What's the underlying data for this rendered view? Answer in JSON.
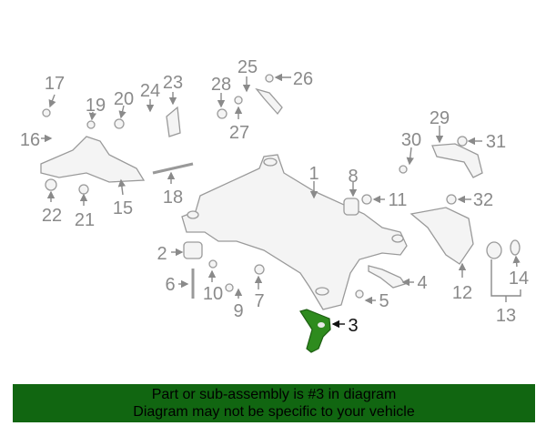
{
  "diagram": {
    "highlighted_part": "3",
    "highlight_color": "#2e8b1e",
    "callouts": [
      "1",
      "2",
      "3",
      "4",
      "5",
      "6",
      "7",
      "8",
      "9",
      "10",
      "11",
      "12",
      "13",
      "14",
      "15",
      "16",
      "17",
      "18",
      "19",
      "20",
      "21",
      "22",
      "23",
      "24",
      "25",
      "26",
      "27",
      "28",
      "29",
      "30",
      "31",
      "32"
    ]
  },
  "banner": {
    "line1": "Part or sub-assembly is #3 in diagram",
    "line2": "Diagram may not be specific to your vehicle",
    "background": "#116611"
  }
}
